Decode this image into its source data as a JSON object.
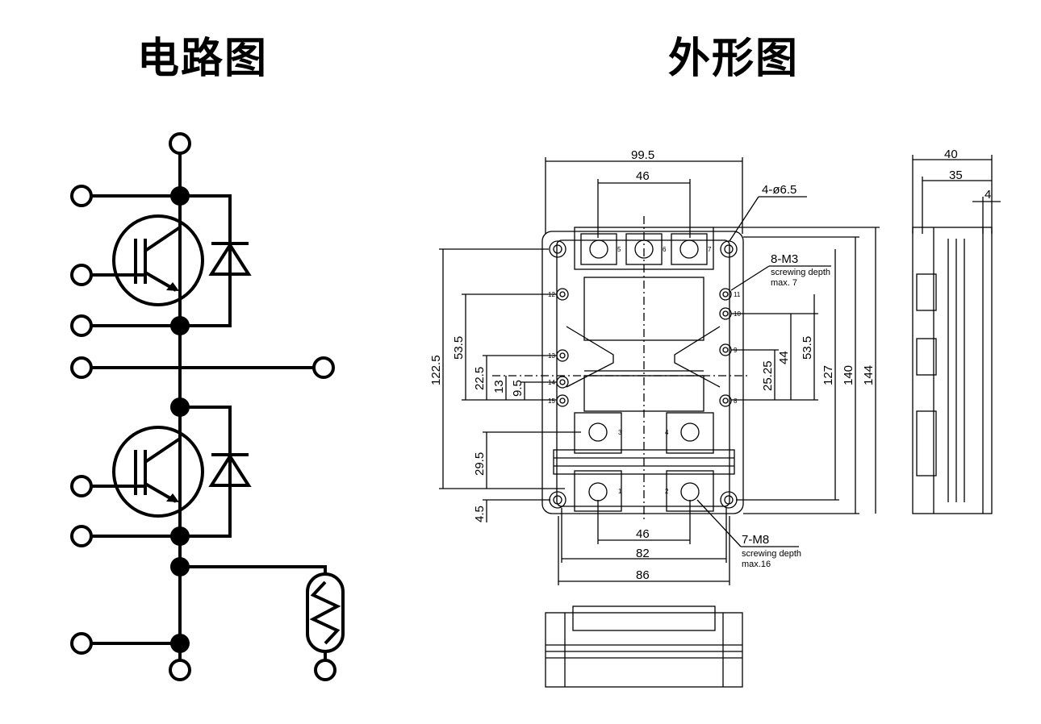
{
  "titles": {
    "circuit": "电路图",
    "outline": "外形图"
  },
  "dimensions": {
    "top_width": "99.5",
    "top_terminal_pitch": "46",
    "mount_holes": "4-ø6.5",
    "m3": "8-M3",
    "m3_depth": "screwing depth",
    "m3_max": "max. 7",
    "height_122": "122.5",
    "d53_left": "53.5",
    "d22": "22.5",
    "d13": "13",
    "d9": "9.5",
    "d29": "29.5",
    "d4_5": "4.5",
    "d53_right": "53.5",
    "d44": "44",
    "d25": "25.25",
    "d127": "127",
    "d140": "140",
    "d144": "144",
    "bottom_pitch": "46",
    "bottom_82": "82",
    "bottom_86": "86",
    "m8": "7-M8",
    "m8_depth": "screwing depth",
    "m8_max": "max.16",
    "side_40": "40",
    "side_35": "35",
    "side_4": "4"
  },
  "pins": {
    "p5": "5",
    "p6": "6",
    "p7": "7",
    "p12": "12",
    "p11": "11",
    "p10": "10",
    "p13": "13",
    "p9": "9",
    "p14": "14",
    "p15": "15",
    "p8": "8",
    "p3": "3",
    "p4": "4",
    "p1": "1",
    "p2": "2"
  }
}
